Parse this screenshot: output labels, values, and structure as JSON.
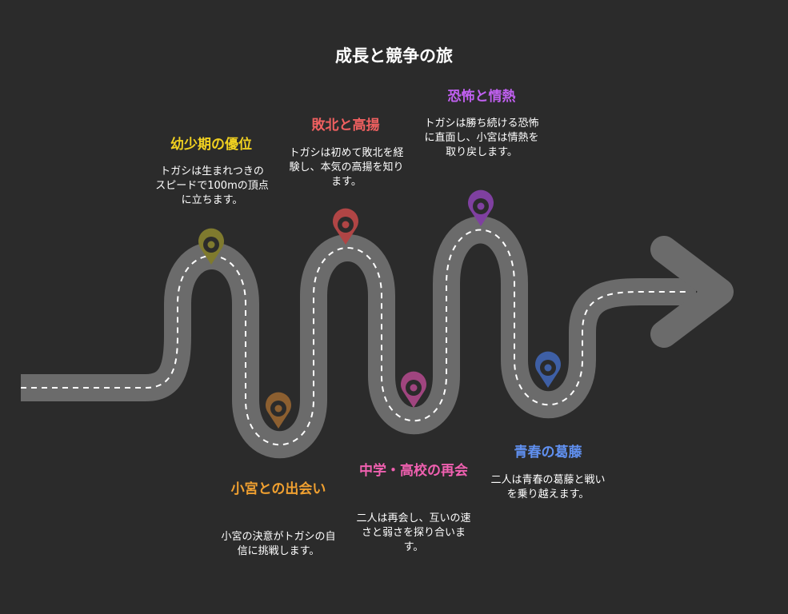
{
  "title": "成長と競争の旅",
  "colors": {
    "background": "#2b2b2b",
    "road": "#6b6b6b",
    "road_dash": "#ffffff"
  },
  "milestones": [
    {
      "title": "幼少期の優位",
      "description": "トガシは生まれつきのスピードで100mの頂点に立ちます。",
      "color": "#f0d020",
      "pin_color": "#7f7a2e",
      "pin_icon": "map-pin-icon"
    },
    {
      "title": "小宮との出会い",
      "description": "小宮の決意がトガシの自信に挑戦します。",
      "color": "#f0a030",
      "pin_color": "#8c5f30",
      "pin_icon": "map-pin-icon"
    },
    {
      "title": "敗北と高揚",
      "description": "トガシは初めて敗北を経験し、本気の高揚を知ります。",
      "color": "#f06060",
      "pin_color": "#b04545",
      "pin_icon": "map-pin-icon"
    },
    {
      "title": "中学・高校の再会",
      "description": "二人は再会し、互いの速さと弱さを探り合います。",
      "color": "#f060b0",
      "pin_color": "#a0457f",
      "pin_icon": "map-pin-icon"
    },
    {
      "title": "恐怖と情熱",
      "description": "トガシは勝ち続ける恐怖に直面し、小宮は情熱を取り戻します。",
      "color": "#c060f0",
      "pin_color": "#7f40a0",
      "pin_icon": "map-pin-icon"
    },
    {
      "title": "青春の葛藤",
      "description": "二人は青春の葛藤と戦いを乗り越えます。",
      "color": "#6090f0",
      "pin_color": "#3e5fa5",
      "pin_icon": "map-pin-icon"
    }
  ]
}
